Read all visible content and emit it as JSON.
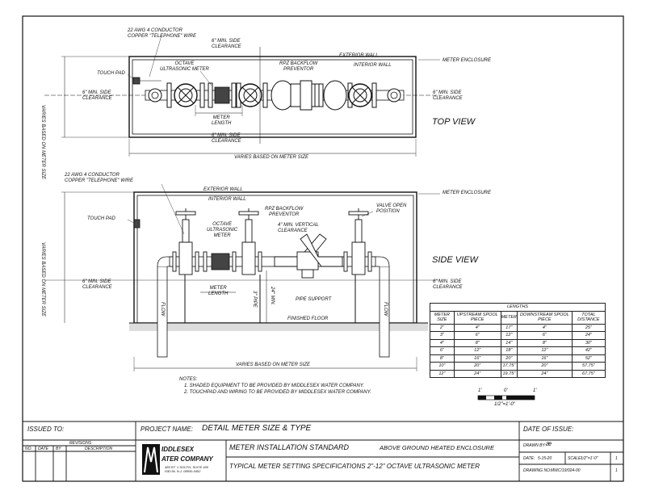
{
  "labels": {
    "conductor_top": "22 AWG 4 CONDUCTOR",
    "conductor_top2": "COPPER \"TELEPHONE\" WIRE",
    "side_clear_top_a": "6\" MIN. SIDE",
    "side_clear_top_b": "CLEARANCE",
    "varies_meter_size_v1": "VARIES BASED ON METER SIZE",
    "exterior_wall_top": "EXTERIOR WALL",
    "interior_wall_top": "INTERIOR WALL",
    "meter_enclosure_top": "METER ENCLOSURE",
    "touch_pad_top": "TOUCH PAD",
    "octave_meter_top_a": "OCTAVE",
    "octave_meter_top_b": "ULTRASONIC METER",
    "rpz_top_a": "RPZ BACKFLOW",
    "rpz_top_b": "PREVENTOR",
    "left_side_clear_a": "6\" MIN. SIDE",
    "left_side_clear_b": "CLEARANCE",
    "right_side_clear_a": "6\" MIN. SIDE",
    "right_side_clear_b": "CLEARANCE",
    "meter_len_a": "METER",
    "meter_len_b": "LENGTH",
    "bottom_side_clear_a": "6\" MIN. SIDE",
    "bottom_side_clear_b": "CLEARANCE",
    "top_view": "TOP VIEW",
    "varies_meter_size_h1": "VARIES BASED ON METER SIZE",
    "conductor_side": "22 AWG 4 CONDUCTOR",
    "conductor_side2": "COPPER \"TELEPHONE\" WIRE",
    "exterior_wall_side": "EXTERIOR WALL",
    "interior_wall_side": "INTERIOR WALL",
    "meter_enclosure_side": "METER ENCLOSURE",
    "varies_meter_size_v2": "VARIES BASED ON METER SIZE",
    "touch_pad_side": "TOUCH PAD",
    "rpz_side_a": "RPZ BACKFLOW",
    "rpz_side_b": "PREVENTOR",
    "valve_open_a": "VALVE OPEN",
    "valve_open_b": "POSITION",
    "octave_side_a": "OCTAVE",
    "octave_side_b": "ULTRASONIC",
    "octave_side_c": "METER",
    "vert_clear_a": "4\" MIN. VERTICAL",
    "vert_clear_b": "CLEARANCE",
    "side_view": "SIDE VIEW",
    "left_side_clear2_a": "6\" MIN. SIDE",
    "left_side_clear2_b": "CLEARANCE",
    "right_side_clear2_a": "6\" MIN. SIDE",
    "right_side_clear2_b": "CLEARANCE",
    "meter_len2_a": "METER",
    "meter_len2_b": "LENGTH",
    "min_24": "24\" MIN.",
    "pipe_3": "3\" PIPE",
    "pipe_support": "PIPE SUPPORT",
    "finished_floor": "FINISHED FLOOR",
    "flow_left": "FLOW",
    "flow_right": "FLOW",
    "varies_meter_size_h2": "VARIES BASED ON METER SIZE"
  },
  "notes": {
    "title": "NOTES:",
    "items": [
      "1. SHADED EQUIPMENT TO BE PROVIDED BY MIDDLESEX WATER COMPANY.",
      "2. TOUCHPAD AND WIRING TO BE PROVIDED BY MIDDLESEX WATER COMPANY."
    ]
  },
  "lengths_table": {
    "title": "LENGTHS",
    "headers": [
      "METER SIZE",
      "UPSTREAM SPOOL PIECE",
      "METER",
      "DOWNSTREAM SPOOL PIECE",
      "TOTAL DISTANCE"
    ],
    "rows": [
      [
        "2\"",
        "4\"",
        "17\"",
        "4\"",
        "25\""
      ],
      [
        "3\"",
        "6\"",
        "12\"",
        "6\"",
        "24\""
      ],
      [
        "4\"",
        "8\"",
        "14\"",
        "8\"",
        "30\""
      ],
      [
        "6\"",
        "12\"",
        "18\"",
        "12\"",
        "42\""
      ],
      [
        "8\"",
        "16\"",
        "20\"",
        "16\"",
        "52\""
      ],
      [
        "10\"",
        "20\"",
        "17.75\"",
        "20\"",
        "57.75\""
      ],
      [
        "12\"",
        "24\"",
        "19.75\"",
        "24\"",
        "67.75\""
      ]
    ]
  },
  "scale_bar": {
    "left": "1'",
    "mid": "0'",
    "right": "1'",
    "caption": "1/2\"=1'-0\""
  },
  "title_block": {
    "issued_to": "ISSUED TO:",
    "revisions": "REVISIONS",
    "rev_cols": [
      "NO.",
      "DATE",
      "BY",
      "DESCRIPTION"
    ],
    "project_name_label": "PROJECT NAME:",
    "project_name": "DETAIL  METER SIZE & TYPE",
    "date_of_issue": "DATE OF ISSUE:",
    "company_line1": "IDDLESEX",
    "company_line2": "ATER COMPANY",
    "company_addr1": "485 RT. 1 SOUTH, SUITE 400",
    "company_addr2": "ISELIN, N.J. 08830-0452",
    "standard": "METER INSTALLATION STANDARD",
    "enclosure": "ABOVE GROUND HEATED ENCLOSURE",
    "spec": "TYPICAL METER SETTING SPECIFICATIONS 2\"-12\"  OCTAVE ULTRASONIC METER",
    "drawn_by_label": "DRAWN BY:",
    "drawn_by": "æ",
    "date_label": "DATE:",
    "date": "5-15-20",
    "scale_label": "SCALE:",
    "scale": "1/2\"=1'-0\"",
    "sheet_num": "1",
    "drawing_no_label": "DRAWING NO:",
    "drawing_no": "MWC/19/024-00",
    "sheet_of": "1"
  }
}
